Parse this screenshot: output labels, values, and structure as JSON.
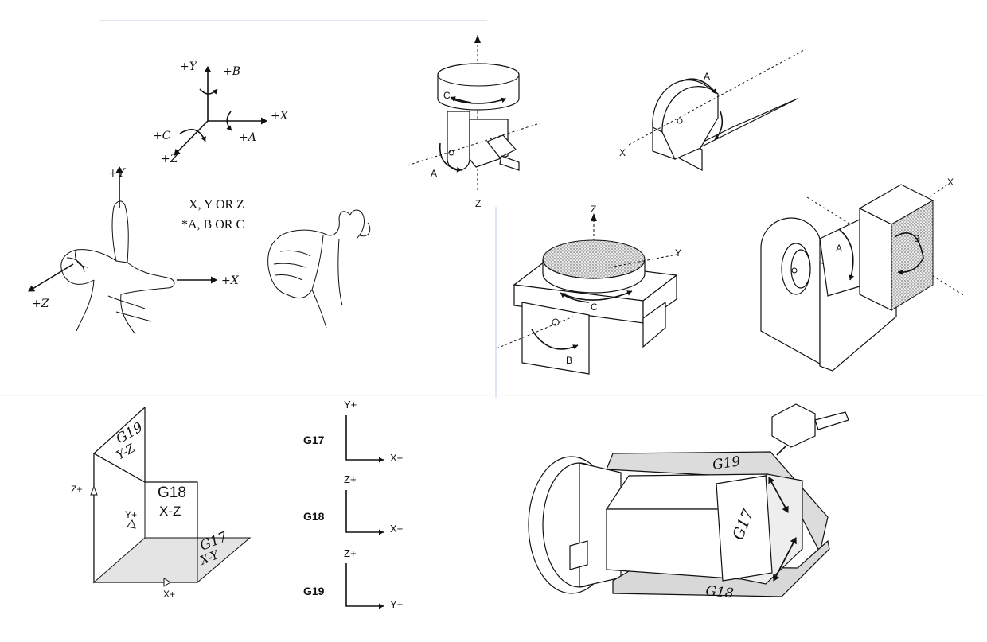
{
  "right_hand_rule": {
    "axes": {
      "y": "+Y",
      "b": "+B",
      "x": "+X",
      "a": "+A",
      "c": "+C",
      "z": "+Z"
    },
    "hand_labels": {
      "y": "+Y",
      "x": "+X",
      "z": "+Z"
    },
    "legend": {
      "line1": "+X, Y  OR  Z",
      "line2": "*A, B  OR  C"
    }
  },
  "rotary_head": {
    "top_label": "C",
    "side_label": "A",
    "bottom_axis": "Z"
  },
  "rotary_a": {
    "arc_label": "A",
    "axis_label": "X"
  },
  "rotary_table_c": {
    "z_label": "Z",
    "y_label": "Y",
    "c_label": "C",
    "b_label": "B"
  },
  "trunnion": {
    "x_label": "X",
    "a_label": "A",
    "b_label": "B"
  },
  "planes_3d": {
    "g19": "G19",
    "g19_sub": "Y-Z",
    "g18": "G18",
    "g18_sub": "X-Z",
    "g17": "G17",
    "g17_sub": "X-Y",
    "z_axis": "Z+",
    "y_axis": "Y+",
    "x_axis": "X+"
  },
  "plane_list": [
    {
      "code": "G17",
      "v": "Y+",
      "h": "X+"
    },
    {
      "code": "G18",
      "v": "Z+",
      "h": "X+"
    },
    {
      "code": "G19",
      "v": "Z+",
      "h": "Y+"
    }
  ],
  "spindle_planes": {
    "g19": "G19",
    "g17": "G17",
    "g18": "G18"
  }
}
